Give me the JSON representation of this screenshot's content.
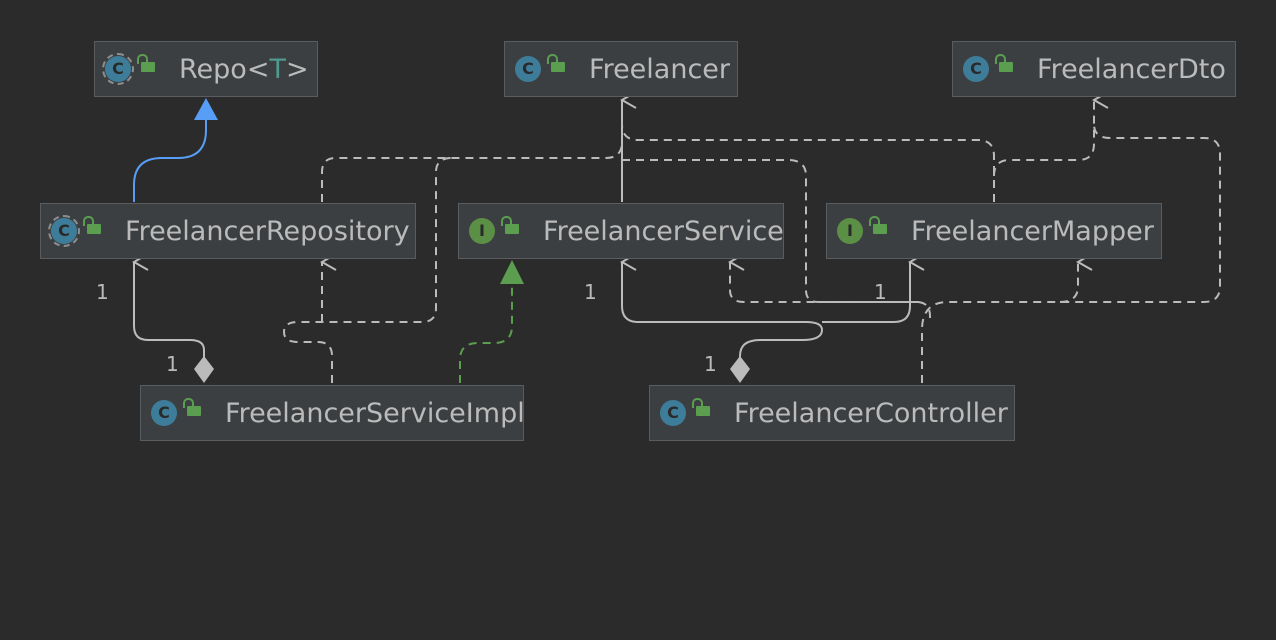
{
  "nodes": {
    "repo": {
      "name": "Repo<T>",
      "kind": "abstract",
      "kind_icon": "C"
    },
    "freelancer": {
      "name": "Freelancer",
      "kind": "class",
      "kind_icon": "C"
    },
    "freelancer_dto": {
      "name": "FreelancerDto",
      "kind": "class",
      "kind_icon": "C"
    },
    "freelancer_repository": {
      "name": "FreelancerRepository",
      "kind": "abstract",
      "kind_icon": "C"
    },
    "freelancer_service": {
      "name": "FreelancerService",
      "kind": "interface",
      "kind_icon": "I"
    },
    "freelancer_mapper": {
      "name": "FreelancerMapper",
      "kind": "interface",
      "kind_icon": "I"
    },
    "freelancer_service_impl": {
      "name": "FreelancerServiceImpl",
      "kind": "class",
      "kind_icon": "C"
    },
    "freelancer_controller": {
      "name": "FreelancerController",
      "kind": "class",
      "kind_icon": "C"
    }
  },
  "multiplicities": {
    "repository_end": "1",
    "impl_end": "1",
    "service_end": "1",
    "mapper_end": "1",
    "controller_end": "1"
  },
  "colors": {
    "background": "#2b2b2b",
    "node_fill": "#3c3f41",
    "node_border": "#5a5d5f",
    "text": "#bbbbbb",
    "type_param": "#4e9a8f",
    "extends_edge": "#589df6",
    "implements_edge": "#5c9e50",
    "dependency_edge": "#bbbbbb"
  }
}
